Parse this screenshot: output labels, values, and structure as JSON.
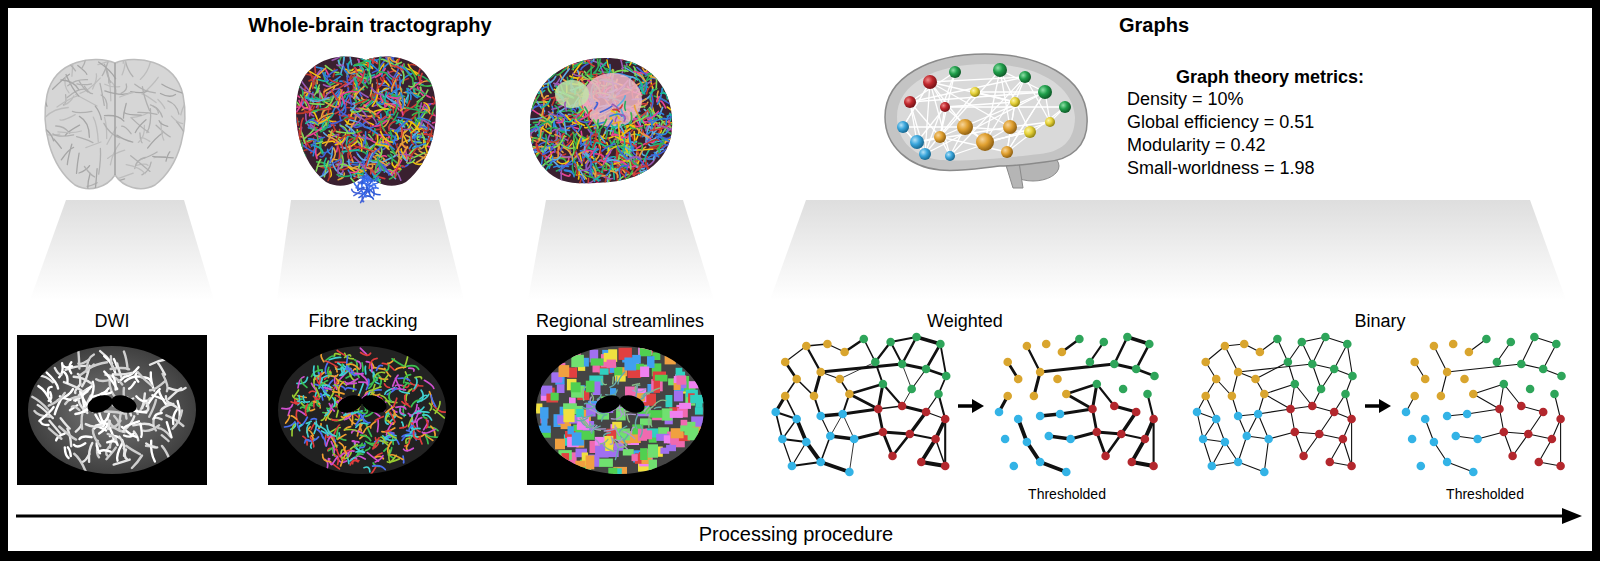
{
  "diagram": {
    "labels": [
      "Whole-brain tractography",
      "Graphs",
      "Graph theory metrics:",
      "Density = 10%",
      "Global efficiency = 0.51",
      "Modularity = 0.42",
      "Small-worldness = 1.98",
      "DWI",
      "Fibre tracking",
      "Regional streamlines",
      "Weighted",
      "Binary",
      "Thresholded",
      "Thresholded",
      "Processing procedure"
    ]
  }
}
